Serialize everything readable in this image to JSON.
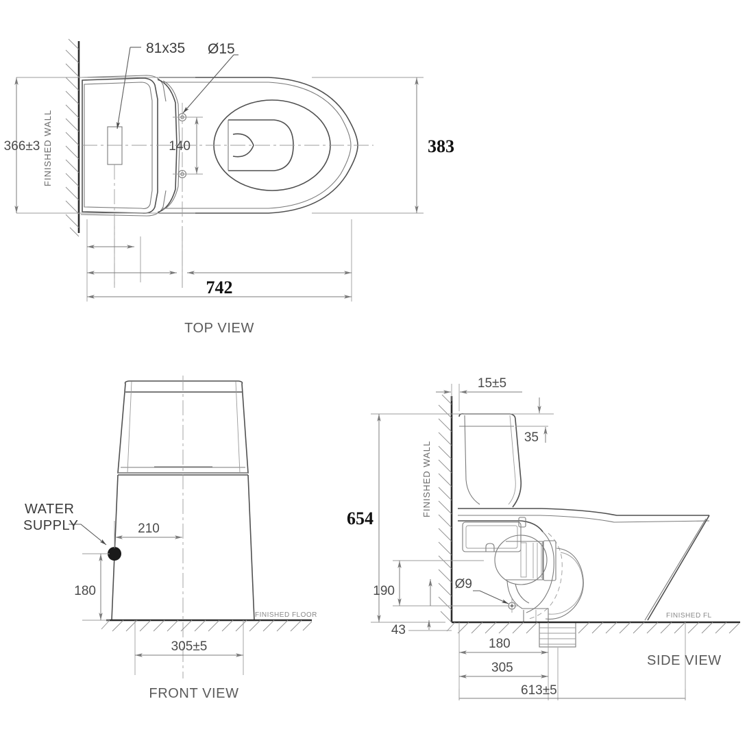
{
  "drawing": {
    "title": "Toilet Installation Dimension Drawing",
    "units": "mm"
  },
  "views": {
    "top": {
      "label": "TOP VIEW",
      "wall_label": "FINISHED WALL",
      "dimensions": {
        "tank_depth": "366±3",
        "bowl_width": "383",
        "overall_length": "742",
        "bolt_spacing": "140"
      },
      "callouts": {
        "slot": "81x35",
        "hole": "Ø15"
      }
    },
    "front": {
      "label": "FRONT VIEW",
      "floor_label": "FINISHED FLOOR",
      "supply_label_line1": "WATER",
      "supply_label_line2": "SUPPLY",
      "dimensions": {
        "supply_offset_horizontal": "210",
        "supply_height": "180",
        "base_width": "305±5"
      }
    },
    "side": {
      "label": "SIDE VIEW",
      "wall_label": "FINISHED WALL",
      "floor_label": "FINISHED FL",
      "dimensions": {
        "wall_gap": "15±5",
        "tank_top_offset": "35",
        "overall_height": "654",
        "outlet_height": "190",
        "base_back_offset": "43",
        "outlet_center": "180",
        "bolt_center": "305",
        "overall_depth": "613±5"
      },
      "callouts": {
        "outlet_hole": "Ø9"
      }
    }
  },
  "colors": {
    "outline": "#4f4f4f",
    "dimension": "#7b7b7b",
    "text": "#4a4a4a",
    "bold_text": "#111111",
    "hatch": "#8e8e8e"
  }
}
